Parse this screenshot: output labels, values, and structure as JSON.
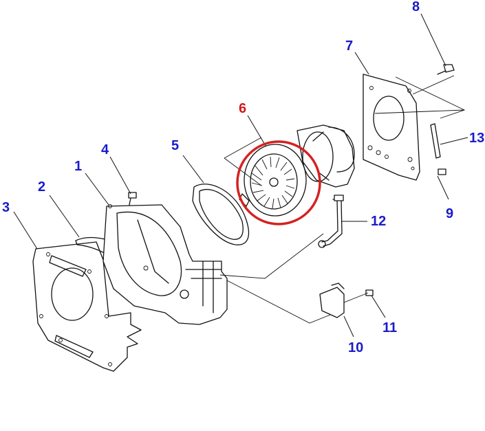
{
  "callouts": [
    {
      "id": "1",
      "color": "#1a1acc"
    },
    {
      "id": "2",
      "color": "#1a1acc"
    },
    {
      "id": "3",
      "color": "#1a1acc"
    },
    {
      "id": "4",
      "color": "#1a1acc"
    },
    {
      "id": "5",
      "color": "#1a1acc"
    },
    {
      "id": "6",
      "color": "#d11a1a"
    },
    {
      "id": "7",
      "color": "#1a1acc"
    },
    {
      "id": "8",
      "color": "#1a1acc"
    },
    {
      "id": "9",
      "color": "#1a1acc"
    },
    {
      "id": "10",
      "color": "#1a1acc"
    },
    {
      "id": "11",
      "color": "#1a1acc"
    },
    {
      "id": "12",
      "color": "#1a1acc"
    },
    {
      "id": "13",
      "color": "#1a1acc"
    }
  ],
  "highlight": {
    "part": "6",
    "color": "#d62020"
  },
  "line_color": "#111111"
}
